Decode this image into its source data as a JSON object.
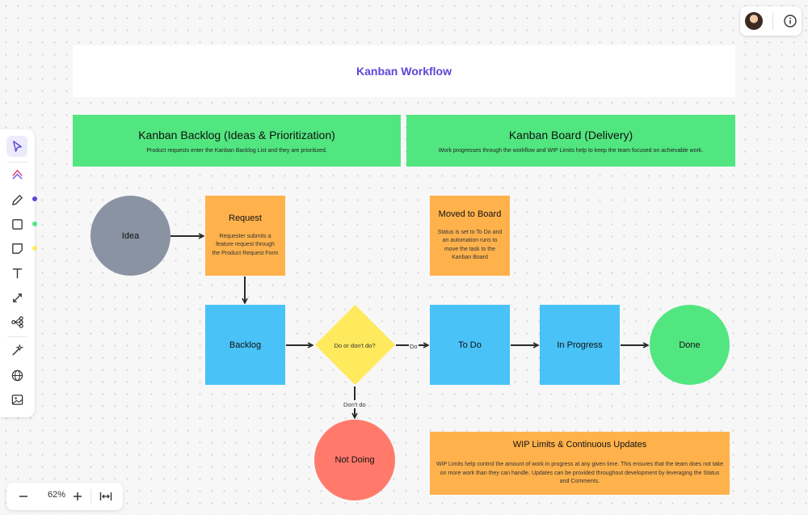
{
  "canvas": {
    "title": "Kanban Workflow",
    "headers": [
      {
        "title": "Kanban Backlog (Ideas & Prioritization)",
        "subtitle": "Product requests enter the Kanban Backlog List and they are prioritized."
      },
      {
        "title": "Kanban Board (Delivery)",
        "subtitle": "Work progresses through the workflow and WIP Limits help to keep the team focused on achievable work."
      }
    ],
    "nodes": {
      "idea": "Idea",
      "request_title": "Request",
      "request_body": "Requester submits a feature request through the Product Request Form",
      "moved_title": "Moved to Board",
      "moved_body": "Status is set to To Do and an automation runs to move the task to the Kanban Board",
      "backlog": "Backlog",
      "decision": "Do or don't do?",
      "todo": "To Do",
      "in_progress": "In Progress",
      "done": "Done",
      "not_doing": "Not Doing",
      "wip_title": "WIP Limits & Continuous Updates",
      "wip_body": "WIP Limits help control the amount of work in progress at any given time. This ensures that the team does not take on more work than they can handle. Updates can be provided throughout development by leveraging the Status and Comments."
    },
    "edge_labels": {
      "do": "Do",
      "dont_do": "Don't do"
    },
    "colors": {
      "green": "#52e680",
      "orange": "#ffb24c",
      "blue": "#48c2f7",
      "gray": "#8a93a2",
      "yellow": "#ffe95c",
      "red": "#ff7a6b",
      "title": "#5a47d7"
    }
  },
  "toolbar": {
    "tools": [
      "select-icon",
      "ai-shapes-icon",
      "pen-icon",
      "rectangle-icon",
      "sticky-note-icon",
      "text-icon",
      "connector-icon",
      "mindmap-icon",
      "magic-icon",
      "globe-icon",
      "image-icon"
    ],
    "active": "select-icon"
  },
  "zoom": {
    "level": "62%"
  }
}
